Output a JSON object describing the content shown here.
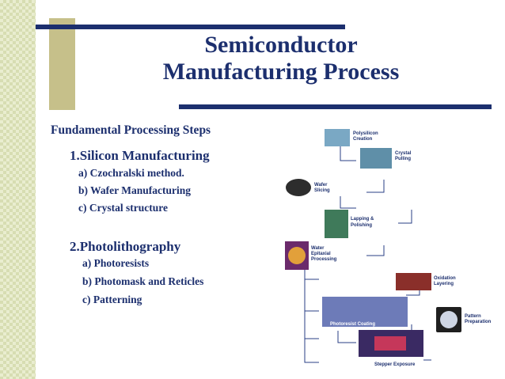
{
  "slide": {
    "title_line1": "Semiconductor",
    "title_line2": "Manufacturing Process",
    "subheading": "Fundamental Processing Steps",
    "section1": {
      "title": "1.Silicon Manufacturing",
      "items": [
        "a) Czochralski method.",
        "b) Wafer Manufacturing",
        "c) Crystal structure"
      ]
    },
    "section2": {
      "title": "2.Photolithography",
      "items": [
        "a) Photoresists",
        "b) Photomask and Reticles",
        "c) Patterning"
      ]
    }
  },
  "diagram": {
    "labels": {
      "polysilicon_l1": "Polysilicon",
      "polysilicon_l2": "Creation",
      "crystal_l1": "Crystal",
      "crystal_l2": "Pulling",
      "wafer_l1": "Wafer",
      "wafer_l2": "Slicing",
      "lapping_l1": "Lapping &",
      "lapping_l2": "Polishing",
      "epitaxial_l1": "Water",
      "epitaxial_l2": "Epitaxial",
      "epitaxial_l3": "Processing",
      "oxidation_l1": "Oxidation",
      "oxidation_l2": "Layering",
      "photoresist": "Photoresist Coating",
      "pattern_l1": "Pattern",
      "pattern_l2": "Preparation",
      "stepper": "Stepper Exposure"
    }
  },
  "colors": {
    "navy": "#1c2f6e",
    "olive": "#c6c08a",
    "checker": "#d7ddb2"
  }
}
